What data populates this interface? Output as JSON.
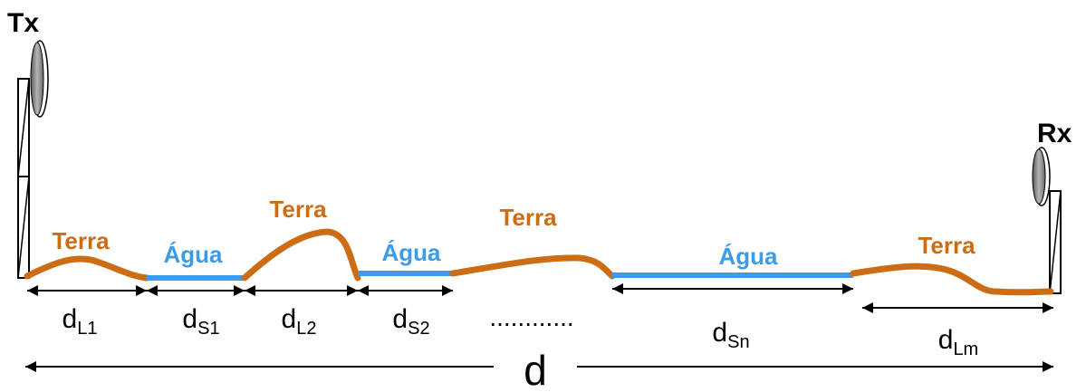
{
  "transmitter": {
    "label": "Tx"
  },
  "receiver": {
    "label": "Rx"
  },
  "segments": [
    {
      "type": "land",
      "label": "Terra",
      "dist": "d",
      "sub": "L1"
    },
    {
      "type": "water",
      "label": "Água",
      "dist": "d",
      "sub": "S1"
    },
    {
      "type": "land",
      "label": "Terra",
      "dist": "d",
      "sub": "L2"
    },
    {
      "type": "water",
      "label": "Água",
      "dist": "d",
      "sub": "S2"
    },
    {
      "type": "land",
      "label": "Terra"
    },
    {
      "type": "water",
      "label": "Água",
      "dist": "d",
      "sub": "Sn"
    },
    {
      "type": "land",
      "label": "Terra",
      "dist": "d",
      "sub": "Lm"
    }
  ],
  "ellipsis": "............",
  "total_distance": "d",
  "colors": {
    "land": "#CC6D15",
    "water": "#3D9BE9",
    "arrow": "#000000",
    "antenna": "#8C8C8C",
    "label": "#000000"
  }
}
